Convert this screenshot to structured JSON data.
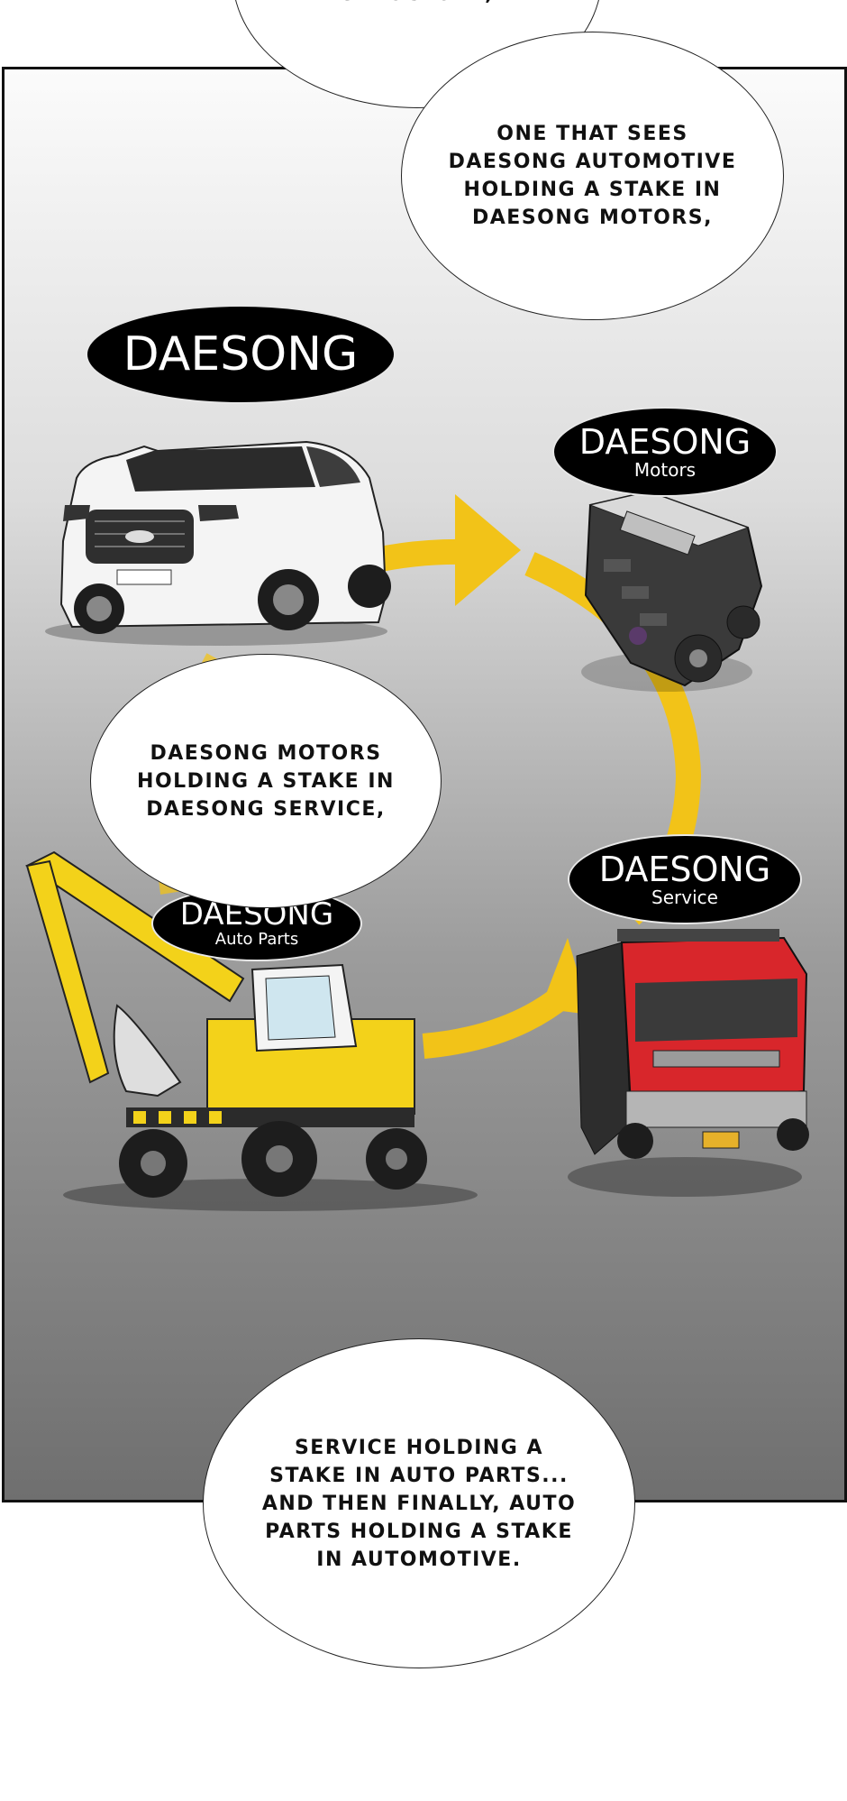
{
  "bubbles": {
    "top_partial": "STRUCTURE,",
    "automotive_motors": "ONE THAT SEES\nDAESONG AUTOMOTIVE\nHOLDING A STAKE IN\nDAESONG MOTORS,",
    "motors_service": "DAESONG MOTORS\nHOLDING A STAKE IN\nDAESONG SERVICE,",
    "service_autoparts": "SERVICE HOLDING A\nSTAKE IN AUTO PARTS...\nAND THEN FINALLY, AUTO\nPARTS HOLDING A STAKE\nIN AUTOMOTIVE."
  },
  "badges": {
    "automotive": {
      "name": "DAESONG"
    },
    "motors": {
      "name": "DAESONG",
      "sub": "Motors"
    },
    "service": {
      "name": "DAESONG",
      "sub": "Service"
    },
    "auto_parts": {
      "name": "DAESONG",
      "sub": "Auto Parts"
    }
  },
  "colors": {
    "arrow": "#f2c318",
    "badge_bg": "#000000",
    "badge_text": "#ffffff",
    "truck_cab": "#d8262b",
    "excavator": "#f3d21a",
    "suv": "#f4f4f4",
    "engine": "#3a3a3a"
  }
}
